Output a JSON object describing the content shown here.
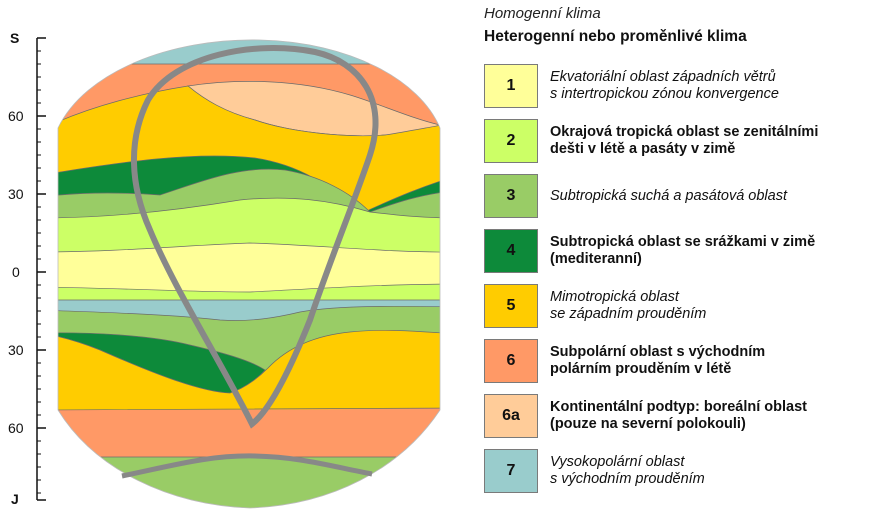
{
  "axis": {
    "ticks": [
      {
        "label": "S",
        "bold": true
      },
      {
        "label": "60",
        "bold": false
      },
      {
        "label": "30",
        "bold": false
      },
      {
        "label": "0",
        "bold": false
      },
      {
        "label": "30",
        "bold": false
      },
      {
        "label": "60",
        "bold": false
      },
      {
        "label": "J",
        "bold": true
      }
    ]
  },
  "legend": {
    "header_homogeneous": "Homogenní klima",
    "header_heterogeneous": "Heterogenní nebo proměnlivé klima",
    "items": [
      {
        "code": "1",
        "color": "#ffff99",
        "style": "homogeneous",
        "text": "Ekvatoriální oblast západních větrů\ns intertropickou zónou konvergence"
      },
      {
        "code": "2",
        "color": "#ccff66",
        "style": "heterogeneous",
        "text": "Okrajová tropická oblast se zenitálními\ndešti v létě a pasáty v zimě"
      },
      {
        "code": "3",
        "color": "#99cc66",
        "style": "homogeneous",
        "text": "Subtropická suchá a pasátová oblast"
      },
      {
        "code": "4",
        "color": "#0d8a3a",
        "style": "heterogeneous",
        "text": "Subtropická oblast se srážkami v zimě\n(mediteranní)"
      },
      {
        "code": "5",
        "color": "#ffcc00",
        "style": "homogeneous",
        "text": "Mimotropická oblast\nse západním prouděním"
      },
      {
        "code": "6",
        "color": "#ff9966",
        "style": "heterogeneous",
        "text": "Subpolární oblast s východním\npolárním prouděním v létě"
      },
      {
        "code": "6a",
        "color": "#ffcc99",
        "style": "heterogeneous",
        "text": "Kontinentální podtyp: boreální oblast\n(pouze na severní polokouli)"
      },
      {
        "code": "7",
        "color": "#99cccc",
        "style": "homogeneous",
        "text": "Vysokopolární oblast\ns východním prouděním"
      }
    ]
  },
  "zone_colors": {
    "z1": "#ffff99",
    "z2": "#ccff66",
    "z3": "#99cc66",
    "z4": "#0d8a3a",
    "z5": "#ffcc00",
    "z6": "#ff9966",
    "z6a": "#ffcc99",
    "z7": "#99cccc",
    "outline": "#888888"
  }
}
